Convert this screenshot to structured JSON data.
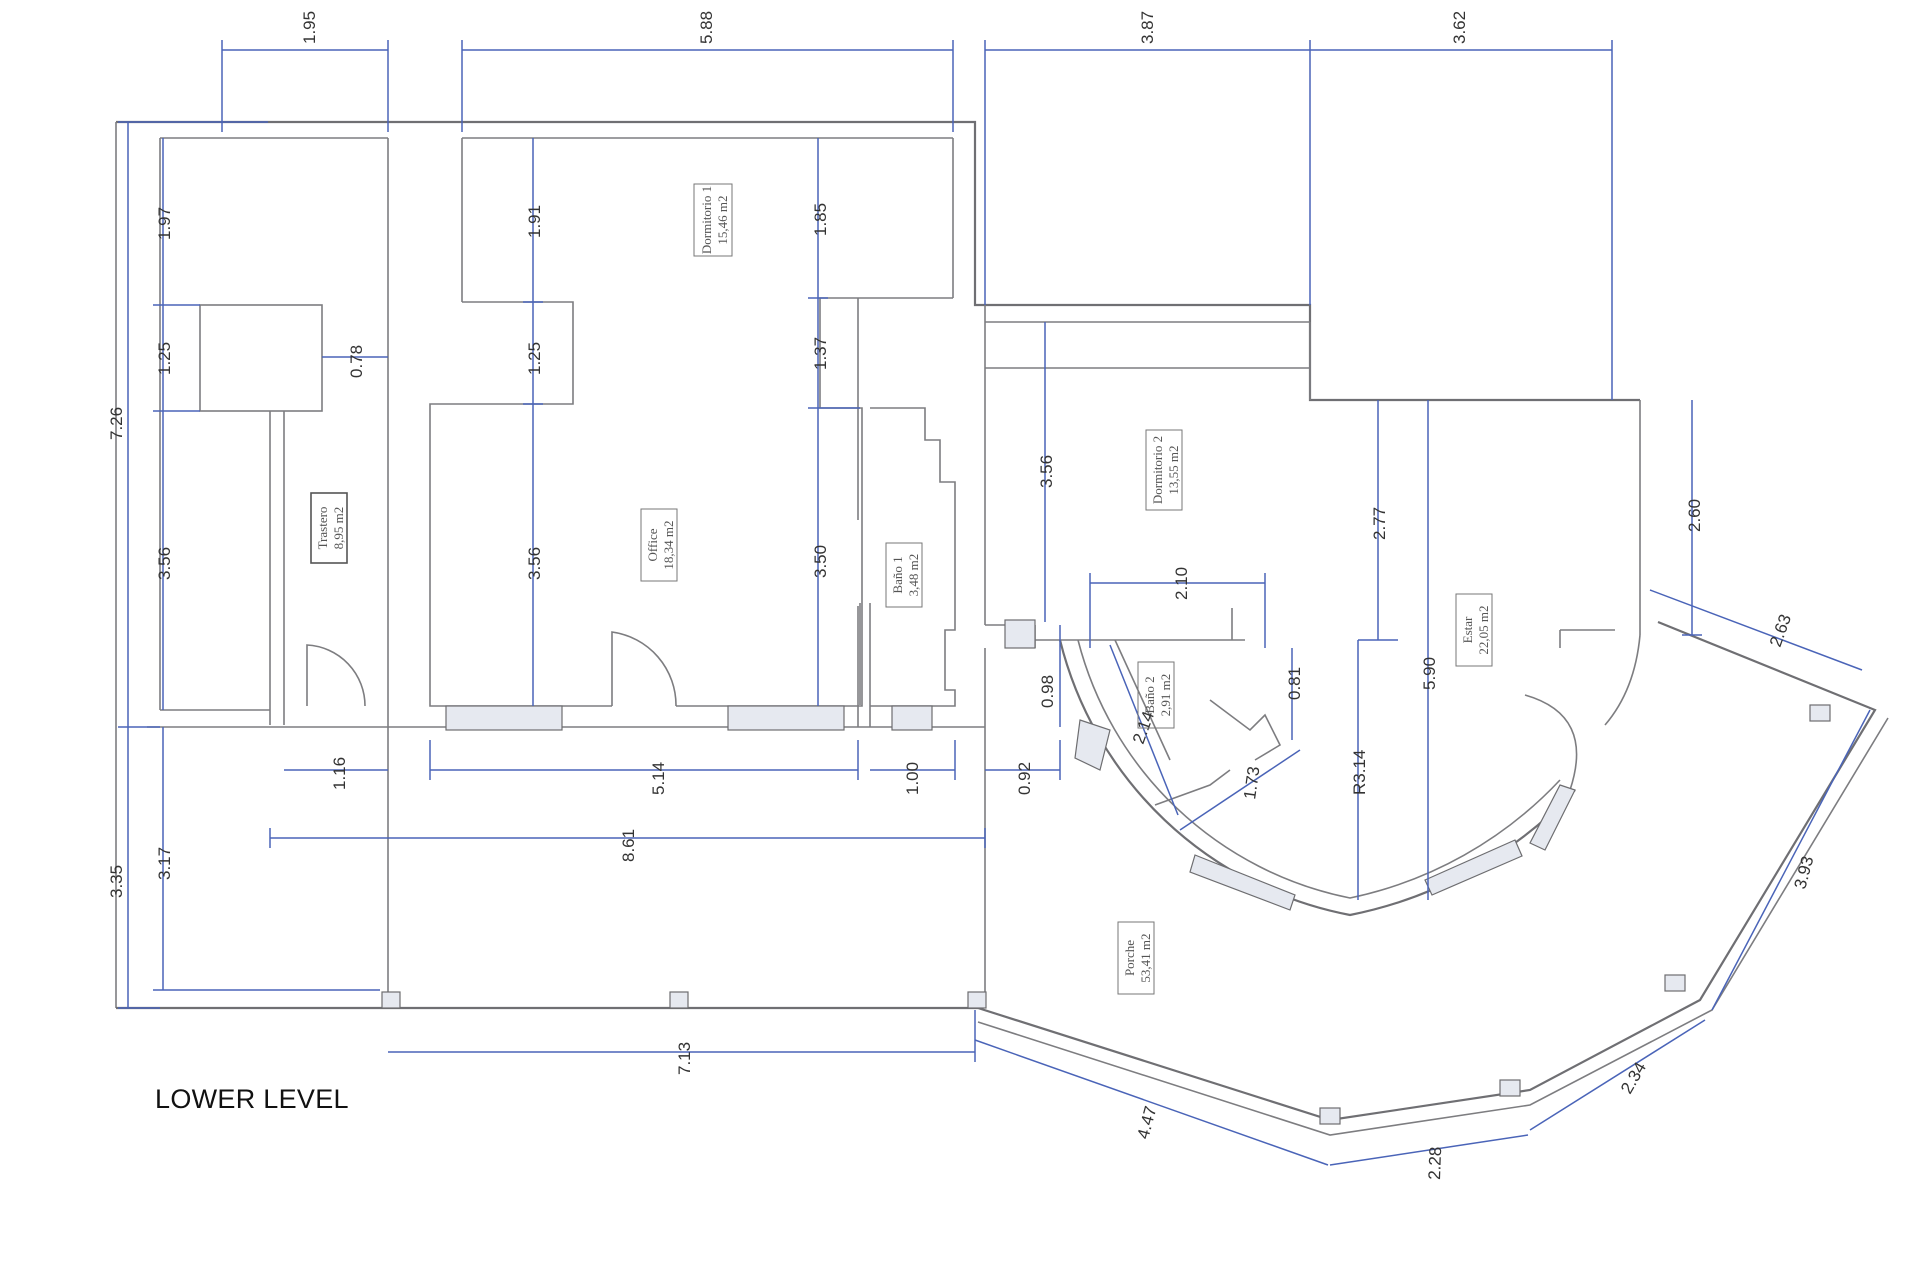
{
  "caption": "LOWER LEVEL",
  "rooms": [
    {
      "name": "Dormitorio 1",
      "area": "15,46 m2"
    },
    {
      "name": "Trastero",
      "area": "8,95 m2"
    },
    {
      "name": "Office",
      "area": "18,34 m2"
    },
    {
      "name": "Baño 1",
      "area": "3,48 m2"
    },
    {
      "name": "Dormitorio 2",
      "area": "13,55 m2"
    },
    {
      "name": "Baño 2",
      "area": "2,91 m2"
    },
    {
      "name": "Estar",
      "area": "22,05 m2"
    },
    {
      "name": "Porche",
      "area": "53,41 m2"
    }
  ],
  "dimensions": [
    "1.95",
    "5.88",
    "3.87",
    "3.62",
    "7.26",
    "1.97",
    "1.25",
    "3.56",
    "3.35",
    "3.17",
    "0.78",
    "1.16",
    "1.91",
    "1.25",
    "3.56",
    "1.85",
    "1.37",
    "3.50",
    "5.14",
    "1.00",
    "0.92",
    "0.98",
    "8.61",
    "3.56",
    "2.10",
    "0.81",
    "2.14",
    "1.73",
    "2.77",
    "5.90",
    "R3.14",
    "2.60",
    "2.63",
    "3.93",
    "2.34",
    "2.28",
    "4.47",
    "7.13"
  ]
}
